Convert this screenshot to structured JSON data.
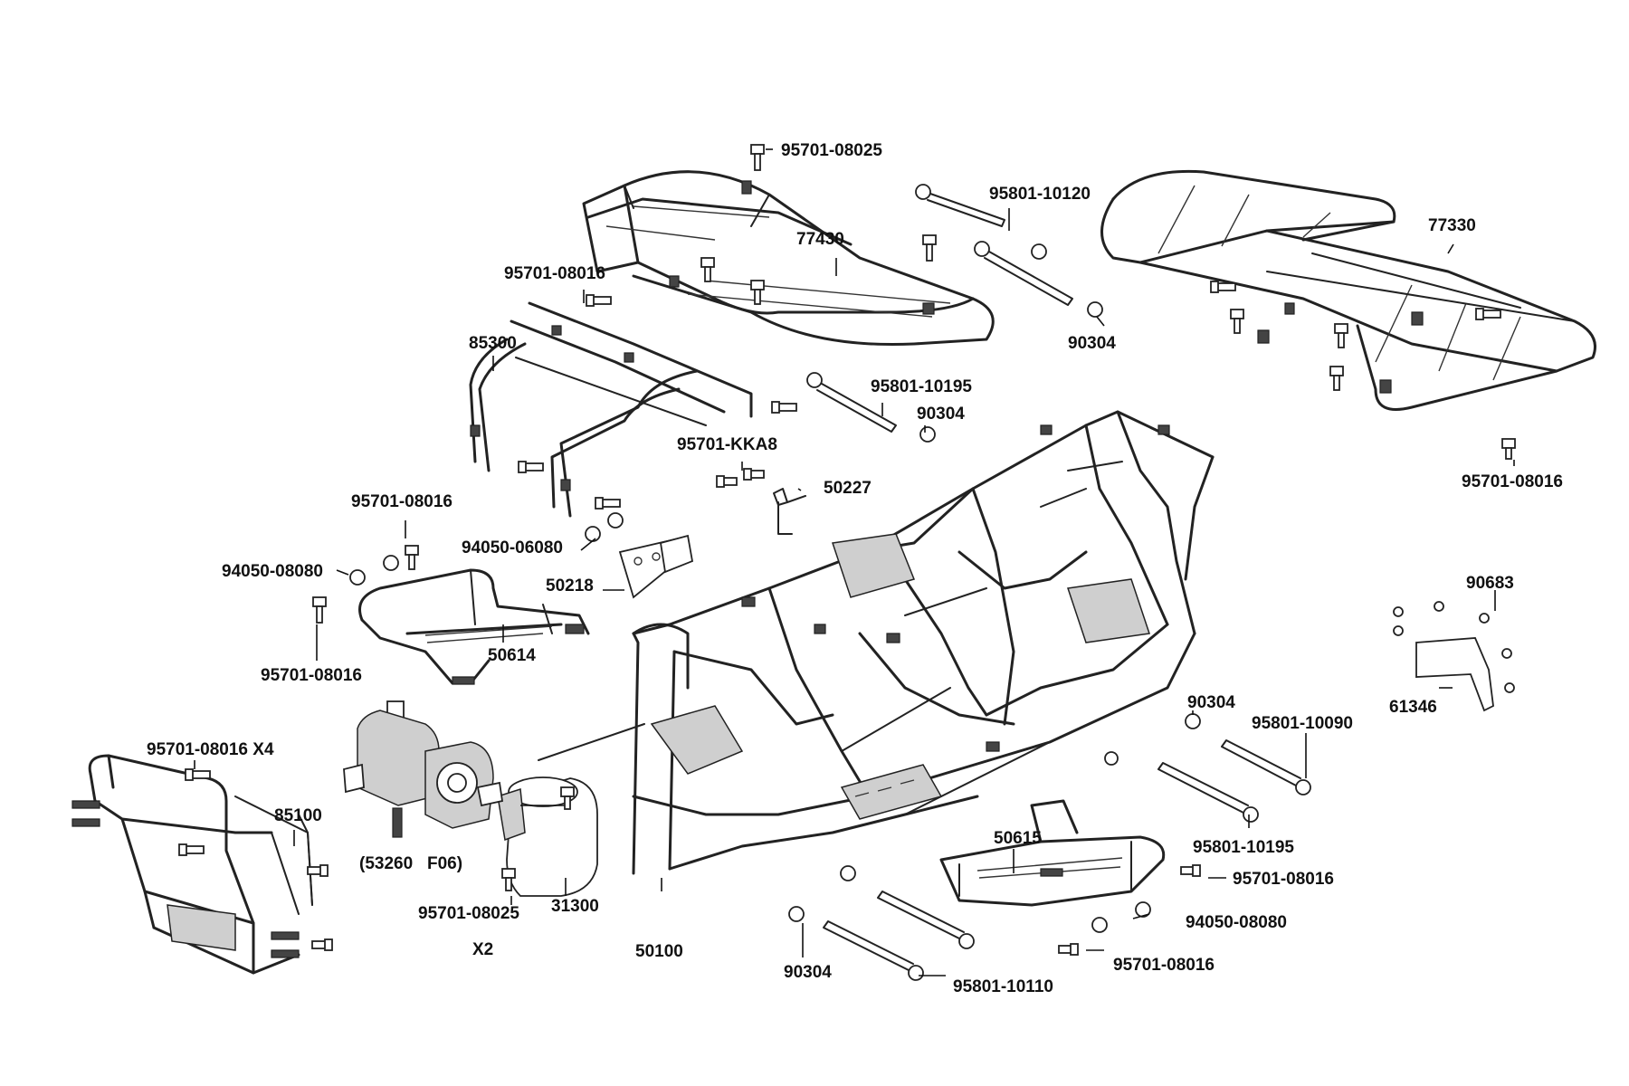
{
  "diagram": {
    "labels": {
      "l_95701_08025_top": "95701-08025",
      "l_95801_10120": "95801-10120",
      "l_77430": "77430",
      "l_77330": "77330",
      "l_95701_08016_a": "95701-08016",
      "l_85300": "85300",
      "l_90304_a": "90304",
      "l_95801_10195_a": "95801-10195",
      "l_90304_b": "90304",
      "l_95701_08016_right": "95701-08016",
      "l_95701_kka8": "95701-KKA8",
      "l_50227": "50227",
      "l_95701_08016_b": "95701-08016",
      "l_94050_06080": "94050-06080",
      "l_94050_08080_a": "94050-08080",
      "l_50218": "50218",
      "l_90683": "90683",
      "l_50614": "50614",
      "l_95701_08016_c": "95701-08016",
      "l_61346": "61346",
      "l_90304_c": "90304",
      "l_95801_10090": "95801-10090",
      "l_95701_08016_x4": "95701-08016 X4",
      "l_85100": "85100",
      "l_50615": "50615",
      "l_95801_10195_b": "95801-10195",
      "l_95701_08016_d": "95701-08016",
      "l_53260_f06": "(53260   F06)",
      "l_95701_08025_bottom": "95701-08025",
      "l_31300": "31300",
      "l_94050_08080_b": "94050-08080",
      "l_x2": "X2",
      "l_50100": "50100",
      "l_95701_08016_e": "95701-08016",
      "l_90304_d": "90304",
      "l_95801_10110": "95801-10110"
    }
  }
}
